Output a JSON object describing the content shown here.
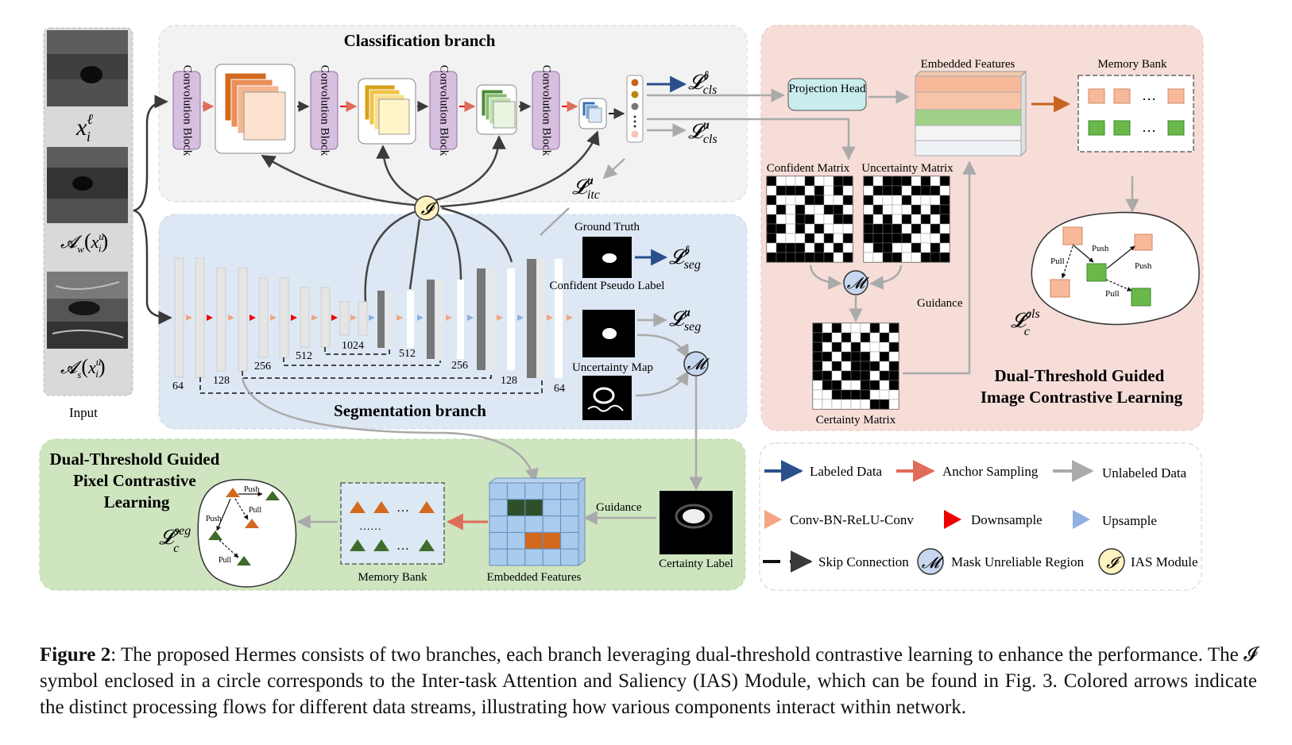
{
  "input": {
    "label": "Input",
    "x_labeled": "x",
    "x_labeled_sup": "ℓ",
    "x_labeled_sub": "i",
    "aug_weak": "𝓐",
    "aug_weak_sub": "w",
    "aug_strong": "𝓐",
    "aug_strong_sub": "s",
    "aug_arg_x": "x",
    "aug_arg_sup": "u",
    "aug_arg_sub": "i"
  },
  "classification": {
    "title": "Classification branch",
    "blocks": [
      "Convolution Block",
      "Convolution Block",
      "Convolution Block",
      "Convolution Block"
    ],
    "loss_cls": "𝓛",
    "loss_cls_sub": "cls",
    "sup_labeled": "ℓ",
    "sup_unlabeled": "u",
    "loss_itc_sub": "itc",
    "ias_symbol": "𝓘"
  },
  "segmentation": {
    "title": "Segmentation branch",
    "enc_channels": [
      "64",
      "128",
      "256",
      "512",
      "1024"
    ],
    "dec_channels": [
      "512",
      "256",
      "128",
      "64"
    ],
    "ground_truth": "Ground Truth",
    "confident_pseudo": "Confident Pseudo Label",
    "uncertainty_map": "Uncertainty Map",
    "loss_seg_sub": "seg",
    "mask_symbol": "𝓜"
  },
  "image_contrastive": {
    "title_line1": "Dual-Threshold Guided",
    "title_line2": "Image Contrastive Learning",
    "projection_head": "Projection Head",
    "embedded_features": "Embedded Features",
    "memory_bank": "Memory Bank",
    "confident_matrix": "Confident Matrix",
    "uncertainty_matrix": "Uncertainty Matrix",
    "certainty_matrix": "Certainty Matrix",
    "guidance": "Guidance",
    "push": "Push",
    "pull": "Pull",
    "loss_c_sup": "cls",
    "ellipsis": "…"
  },
  "pixel_contrastive": {
    "title_line1": "Dual-Threshold Guided",
    "title_line2": "Pixel Contrastive",
    "title_line3": "Learning",
    "memory_bank": "Memory Bank",
    "embedded_features": "Embedded Features",
    "certainty_label": "Certainty Label",
    "guidance": "Guidance",
    "push": "Push",
    "pull": "Pull",
    "loss_c_sup": "seg",
    "dots": "……"
  },
  "legend": {
    "labeled_data": "Labeled Data",
    "anchor_sampling": "Anchor Sampling",
    "unlabeled_data": "Unlabeled Data",
    "conv_bn": "Conv-BN-ReLU-Conv",
    "downsample": "Downsample",
    "upsample": "Upsample",
    "skip": "Skip Connection",
    "mask": "Mask Unreliable Region",
    "ias": "IAS Module"
  },
  "colors": {
    "labeled": "#2b4f8c",
    "anchor": "#e06c5a",
    "unlabeled": "#b0b0b0",
    "conv_block": "#d7bfe0",
    "class_panel": "#f2f2f2",
    "seg_panel": "#dde8f4",
    "image_panel": "#f6ddd8",
    "pixel_panel": "#cfe5c0",
    "orange": "#d2691e",
    "green_tri": "#3f6b2a"
  },
  "caption": {
    "label": "Figure 2",
    "text": ": The proposed Hermes consists of two branches, each branch leveraging dual-threshold contrastive learning to enhance the performance. The 𝓘 symbol enclosed in a circle corresponds to the Inter-task Attention and Saliency (IAS) Module, which can be found in Fig. 3. Colored arrows indicate the distinct processing flows for different data streams, illustrating how various components interact within network."
  }
}
